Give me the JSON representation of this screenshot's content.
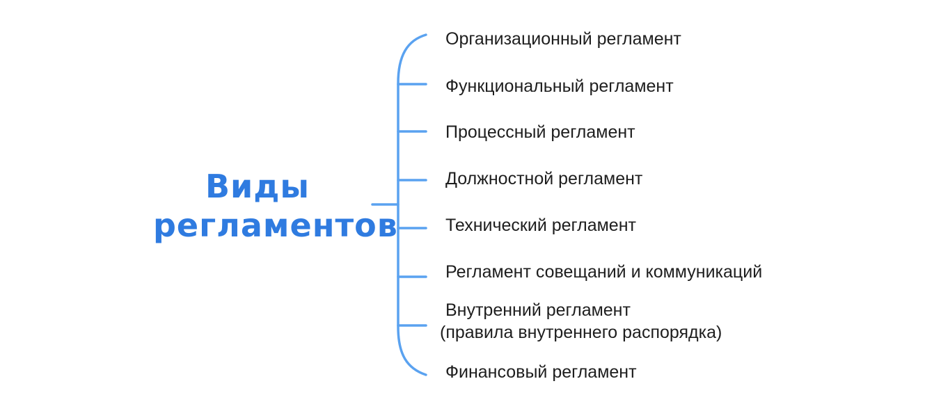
{
  "diagram": {
    "title": {
      "line1": "Виды",
      "line2": "регламентов",
      "color": "#2f7be0"
    },
    "connector_color": "#5aa2f0",
    "items": [
      {
        "label": "Организационный регламент"
      },
      {
        "label": "Функциональный регламент"
      },
      {
        "label": "Процессный регламент"
      },
      {
        "label": "Должностной регламент"
      },
      {
        "label": "Технический регламент"
      },
      {
        "label": "Регламент совещаний и коммуникаций"
      },
      {
        "label": "Внутренний регламент",
        "sublabel": "(правила внутреннего распорядка)"
      },
      {
        "label": "Финансовый регламент"
      }
    ]
  }
}
